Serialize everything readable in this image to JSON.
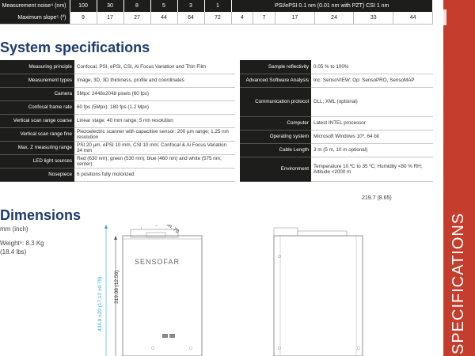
{
  "top_table": {
    "noise_label": "Measurement noise⁴ (nm)",
    "noise_values": [
      "100",
      "30",
      "8",
      "5",
      "3",
      "1"
    ],
    "noise_span": "PSI/ePSI 0.1 nm (0.01 nm with PZT)  CSI 1 nm",
    "slope_label": "Maximum slope⁵ (º)",
    "slope_values": [
      "9",
      "17",
      "27",
      "44",
      "64",
      "72",
      "4",
      "7",
      "17",
      "24",
      "33",
      "44"
    ]
  },
  "system_specs": {
    "title": "System specifications",
    "left": [
      {
        "k": "Measuring principle",
        "v": "Confocal, PSI, ePSI, CSI, Ai Focus Variation and Thin Film"
      },
      {
        "k": "Measurement types",
        "v": "Image, 3D, 3D thickness, profile and coordinates"
      },
      {
        "k": "Camera",
        "v": "5Mpx: 2448x2048 pixels (60 fps)"
      },
      {
        "k": "Confocal frame rate",
        "v": "60 fps (5Mpx); 180 fps (1.2 Mpx)"
      },
      {
        "k": "Vertical scan range coarse",
        "v": "Linear stage:  40 mm range; 5 nm resolution"
      },
      {
        "k": "Vertical scan range fine",
        "v": "Piezoelectric scanner with capacitive sensor: 200 µm range; 1.25 nm resolution"
      },
      {
        "k": "Max. Z measuring  range",
        "v": "PSI 20 µm, ePSI 10 mm, CSI 10 mm; Confocal & Ai Focus Variation 34 mm"
      },
      {
        "k": "LED light sources",
        "v": "Red (630 nm); green (530 nm); blue (460 nm) and white (575 nm; center)"
      },
      {
        "k": "Nosepiece",
        "v": "6 positions fully motorized"
      }
    ],
    "right": [
      {
        "k": "Sample reflectivity",
        "v": "0.05 % to 100%"
      },
      {
        "k": "Advanced Software Analysis",
        "v": "Inc: SensoVIEW; Op: SensoPRO, SensoMAP"
      },
      {
        "k": "Communication protocol",
        "v": "DLL; XML (optional)"
      },
      {
        "k": "Computer",
        "v": "Latest INTEL processor"
      },
      {
        "k": "Operating system",
        "v": "Microsoft Windows 10*, 64 bit"
      },
      {
        "k": "Cable Length",
        "v": "3 m (5 m, 10 m optional)"
      },
      {
        "k": "Environment",
        "v": "Temperature 10 ºC to 35 ºC; Humidity <80 % RH; Altitude <2000 m"
      }
    ]
  },
  "dimensions": {
    "title": "Dimensions",
    "unit": "mm (inch)",
    "weight": "Weight⁶: 8.3 Kg",
    "weight_lb": "(18.4 lbs)",
    "height_total": "434.8 ±20 (17.12 ±0.79)",
    "height_body": "319.08 (12.56)",
    "radius": "R min. 70",
    "depth": "219.7 (8.65)",
    "brand": "SENSOFAR"
  },
  "sidebar_label": "SPECIFICATIONS",
  "colors": {
    "accent": "#c43d2d",
    "title": "#1d3c6e",
    "dark": "#1d1d1b",
    "dim_line": "#29a9e0"
  }
}
